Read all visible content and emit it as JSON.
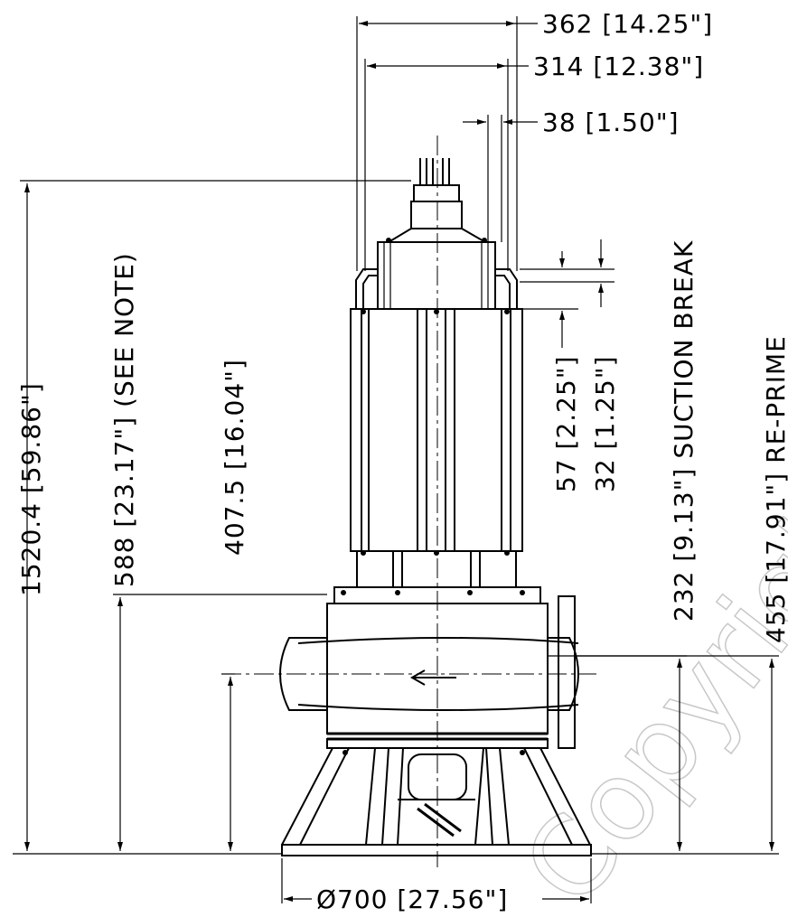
{
  "dimensions": {
    "overall_width": "362 [14.25\"]",
    "flange_width": "314 [12.38\"]",
    "flange_offset": "38 [1.50\"]",
    "overall_height": "1520.4 [59.86\"]",
    "see_note_height": "588 [23.17\"] (SEE NOTE)",
    "discharge_height": "407.5 [16.04\"]",
    "suction_break_a": "57 [2.25\"]",
    "suction_break_b": "32 [1.25\"]",
    "suction_break": "232 [9.13\"] SUCTION BREAK",
    "re_prime": "455 [17.91\"] RE-PRIME",
    "base_diameter": "Ø700 [27.56\"]"
  },
  "watermark": "Copyright P"
}
